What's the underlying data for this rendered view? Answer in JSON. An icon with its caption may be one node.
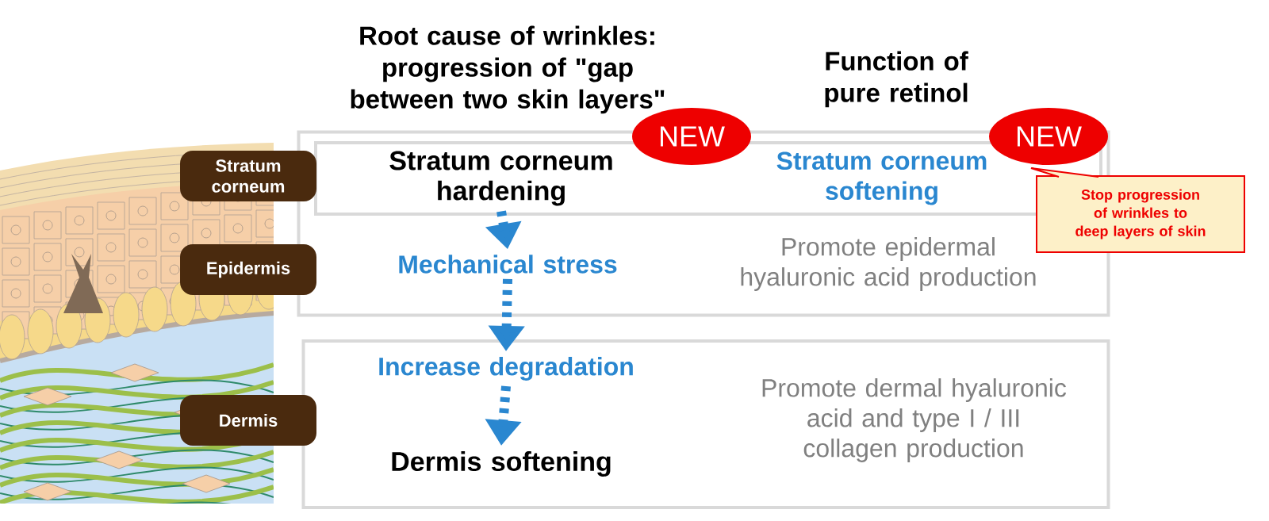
{
  "diagram": {
    "nodes": [
      {
        "text": [],
        "shape": "box"
      },
      {
        "text": [],
        "shape": "box",
        "in": 0
      },
      {
        "text": [
          "Stratum  corneum hardening"
        ],
        "in": 1
      },
      {
        "text": [
          "Stratum corneum softening"
        ],
        "in": 1
      },
      {
        "text": [
          "Mechanical stress"
        ],
        "in": 0
      },
      {
        "text": [
          "Promote epidermal hyaluronic acid production"
        ],
        "in": 0
      },
      {
        "text": [],
        "shape": "box"
      },
      {
        "text": [
          "Increase degradation"
        ],
        "in": 6
      },
      {
        "text": [
          "Dermis softening"
        ],
        "in": 6
      },
      {
        "text": [
          "Promote dermal hyaluronic acid and type I / III collagen production"
        ],
        "in": 6
      },
      {
        "text": [
          "NEW"
        ]
      },
      {
        "text": [
          "NEW"
        ]
      },
      {
        "text": [
          "Stop progression of wrinkles to deep layers of skin"
        ]
      },
      {
        "text": [
          "Stratum corneum"
        ]
      },
      {
        "text": [
          "Epidermis"
        ]
      },
      {
        "text": [
          "Dermis"
        ]
      }
    ],
    "edges": [
      {
        "from": 2,
        "to": 4,
        "arrow": "to",
        "style": "dashed"
      },
      {
        "from": 4,
        "to": 7,
        "arrow": "to",
        "style": "dashed"
      },
      {
        "from": 7,
        "to": 8,
        "arrow": "to",
        "style": "dashed"
      }
    ],
    "labels": [
      "Root cause of wrinkles: progression of \"gap between two skin layers\"",
      "Function of pure retinol"
    ]
  }
}
